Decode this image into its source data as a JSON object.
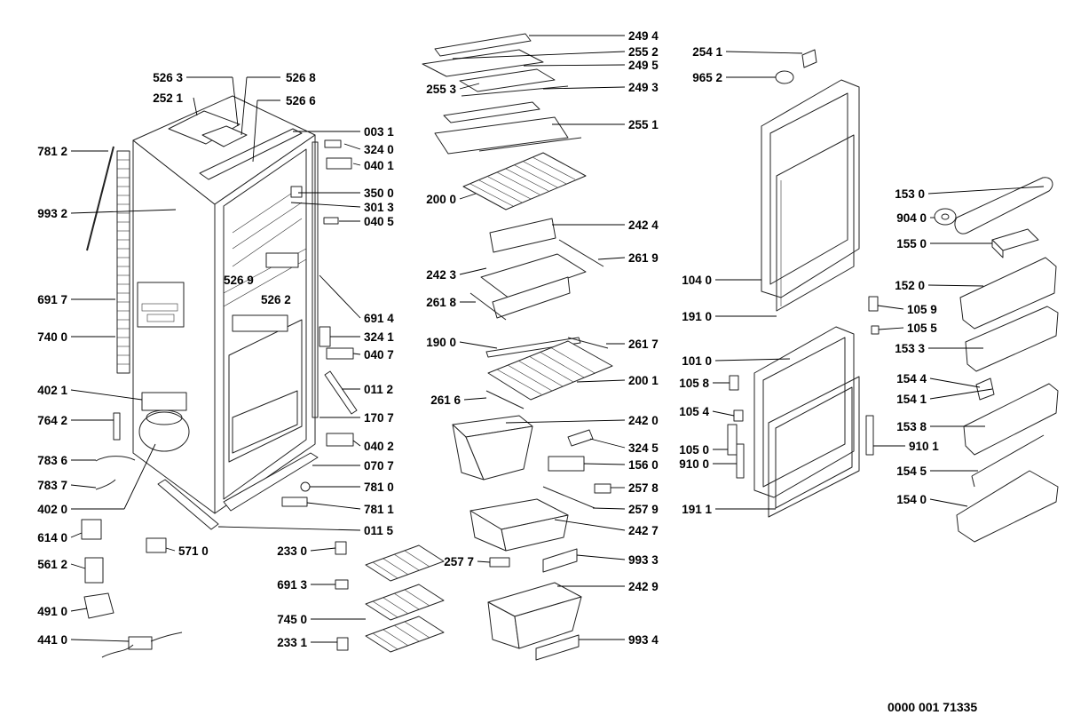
{
  "document_number": "0000 001 71335",
  "part_labels": [
    "526 3",
    "526 8",
    "252 1",
    "526 6",
    "003 1",
    "781 2",
    "324 0",
    "040 1",
    "350 0",
    "993 2",
    "301 3",
    "040 5",
    "691 7",
    "526 9",
    "526 2",
    "691 4",
    "740 0",
    "324 1",
    "040 7",
    "011 2",
    "402 1",
    "764 2",
    "170 7",
    "040 2",
    "783 6",
    "070 7",
    "783 7",
    "781 0",
    "402 0",
    "781 1",
    "614 0",
    "011 5",
    "571 0",
    "561 2",
    "491 0",
    "441 0",
    "249 4",
    "255 2",
    "249 5",
    "255 3",
    "249 3",
    "255 1",
    "200 0",
    "242 4",
    "242 3",
    "261 9",
    "261 8",
    "190 0",
    "261 7",
    "200 1",
    "261 6",
    "242 0",
    "324 5",
    "156 0",
    "257 8",
    "257 9",
    "242 7",
    "233 0",
    "257 7",
    "993 3",
    "691 3",
    "242 9",
    "745 0",
    "233 1",
    "993 4",
    "254 1",
    "965 2",
    "153 0",
    "904 0",
    "155 0",
    "104 0",
    "152 0",
    "191 0",
    "105 9",
    "105 5",
    "153 3",
    "101 0",
    "154 4",
    "105 8",
    "154 1",
    "105 4",
    "153 8",
    "105 0",
    "910 1",
    "910 0",
    "154 5",
    "154 0",
    "191 1"
  ]
}
